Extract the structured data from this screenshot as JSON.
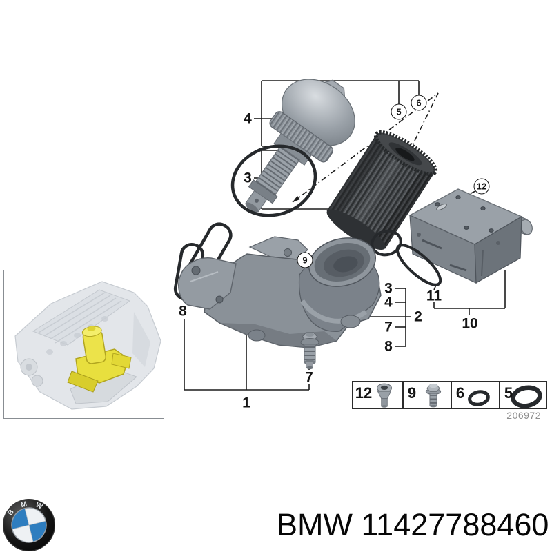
{
  "product": {
    "brand": "BMW",
    "part_number": "11427788460",
    "logo_letters": [
      "B",
      "M",
      "W"
    ]
  },
  "diagram": {
    "drawing_number": "206972",
    "callout_numbers": {
      "1": "1",
      "2": "2",
      "3": "3",
      "4": "4",
      "5": "5",
      "6": "6",
      "7": "7",
      "8": "8",
      "9": "9",
      "10": "10",
      "11": "11",
      "12": "12"
    },
    "legend_items": [
      {
        "number": "12",
        "icon": "countersunk-screw-icon"
      },
      {
        "number": "9",
        "icon": "hex-flange-bolt-icon"
      },
      {
        "number": "6",
        "icon": "o-ring-small-icon"
      },
      {
        "number": "5",
        "icon": "o-ring-large-icon"
      }
    ]
  },
  "colors": {
    "highlight_yellow": "#ece34a",
    "bmw_blue": "#2e7dbf",
    "metal_gray": "#9aa1a8",
    "filter_dark_gray": "#44474a",
    "line_black": "#1b1b1b",
    "drawing_number_gray": "#8e8e8e"
  }
}
